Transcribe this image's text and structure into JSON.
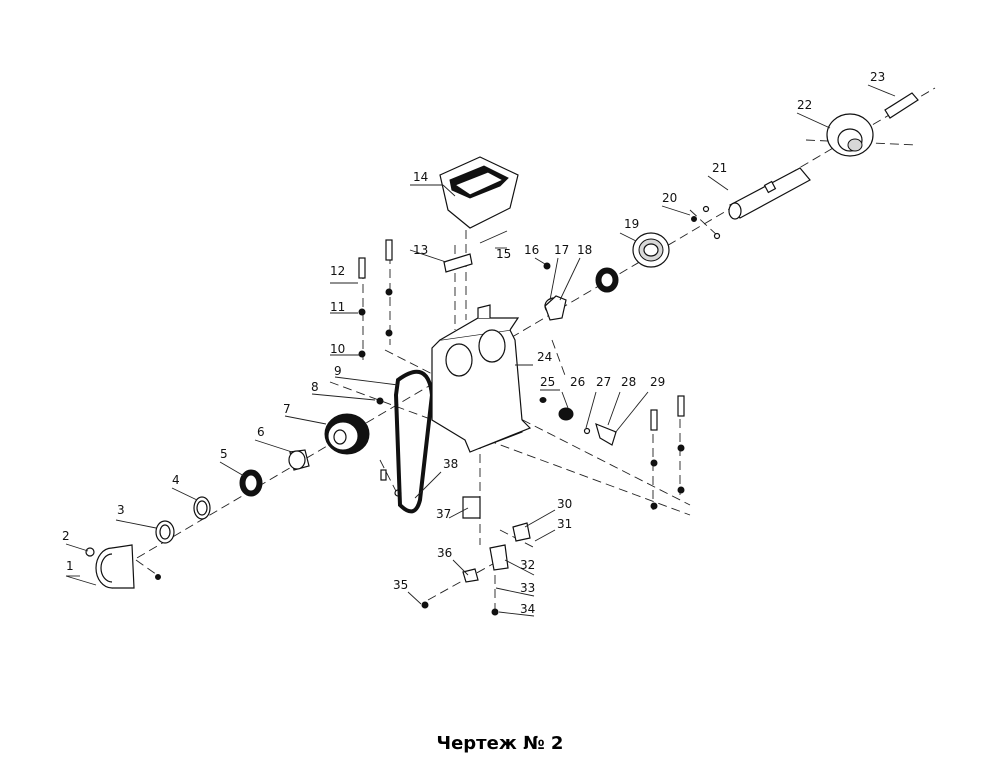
{
  "caption": "Чертеж № 2",
  "callouts": [
    "1",
    "2",
    "3",
    "4",
    "5",
    "6",
    "7",
    "8",
    "9",
    "10",
    "11",
    "12",
    "13",
    "14",
    "15",
    "16",
    "17",
    "18",
    "19",
    "20",
    "21",
    "22",
    "23",
    "24",
    "25",
    "26",
    "27",
    "28",
    "29",
    "30",
    "31",
    "32",
    "33",
    "34",
    "35",
    "36",
    "37",
    "38"
  ]
}
